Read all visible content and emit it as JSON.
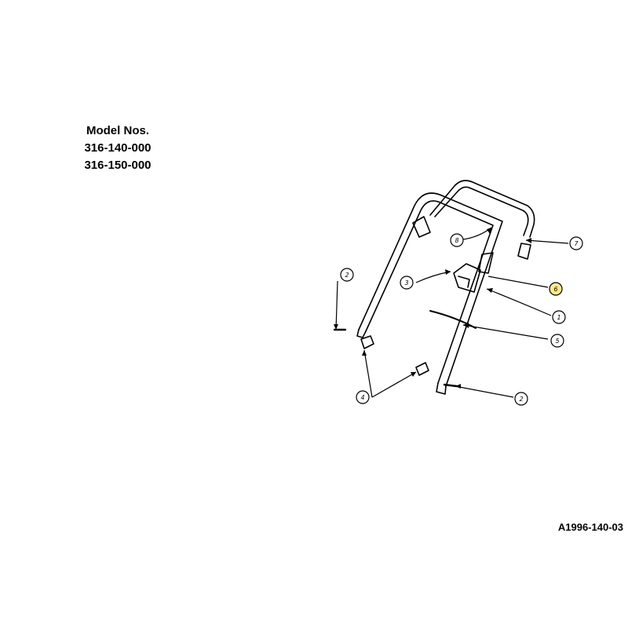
{
  "header": {
    "title": "Model Nos.",
    "models": [
      "316-140-000",
      "316-150-000"
    ]
  },
  "diagram_code": "A1996-140-03",
  "callouts": [
    {
      "id": "callout-8a",
      "label": "8"
    },
    {
      "id": "callout-7",
      "label": "7"
    },
    {
      "id": "callout-2-top",
      "label": "2"
    },
    {
      "id": "callout-3",
      "label": "3"
    },
    {
      "id": "callout-6",
      "label": "6"
    },
    {
      "id": "callout-1",
      "label": "1"
    },
    {
      "id": "callout-5",
      "label": "5"
    },
    {
      "id": "callout-4",
      "label": "4"
    },
    {
      "id": "callout-2-bottom",
      "label": "2"
    }
  ],
  "colors": {
    "line": "#000000",
    "highlight": "#ffe98a"
  }
}
